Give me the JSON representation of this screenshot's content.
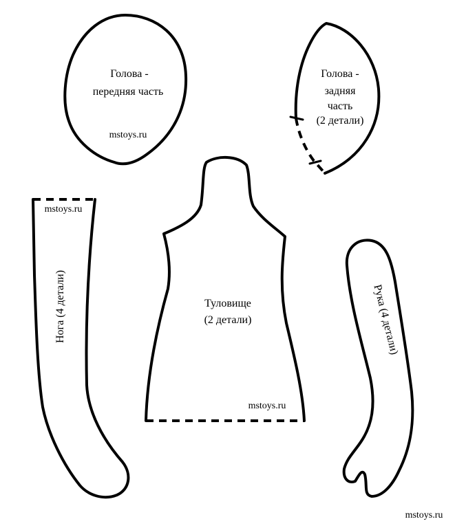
{
  "colors": {
    "outline": "#000000",
    "background": "#ffffff"
  },
  "pieces": {
    "head_front": {
      "line1": "Голова -",
      "line2": "передняя часть",
      "site": "mstoys.ru"
    },
    "head_back": {
      "line1": "Голова -",
      "line2": "задняя",
      "line3": "часть",
      "line4": "(2 детали)"
    },
    "leg": {
      "label": "Нога (4 детали)",
      "site": "mstoys.ru"
    },
    "torso": {
      "line1": "Туловище",
      "line2": "(2 детали)",
      "site": "mstoys.ru"
    },
    "arm": {
      "label": "Рука (4 детали)"
    }
  },
  "footer": {
    "site": "mstoys.ru"
  }
}
